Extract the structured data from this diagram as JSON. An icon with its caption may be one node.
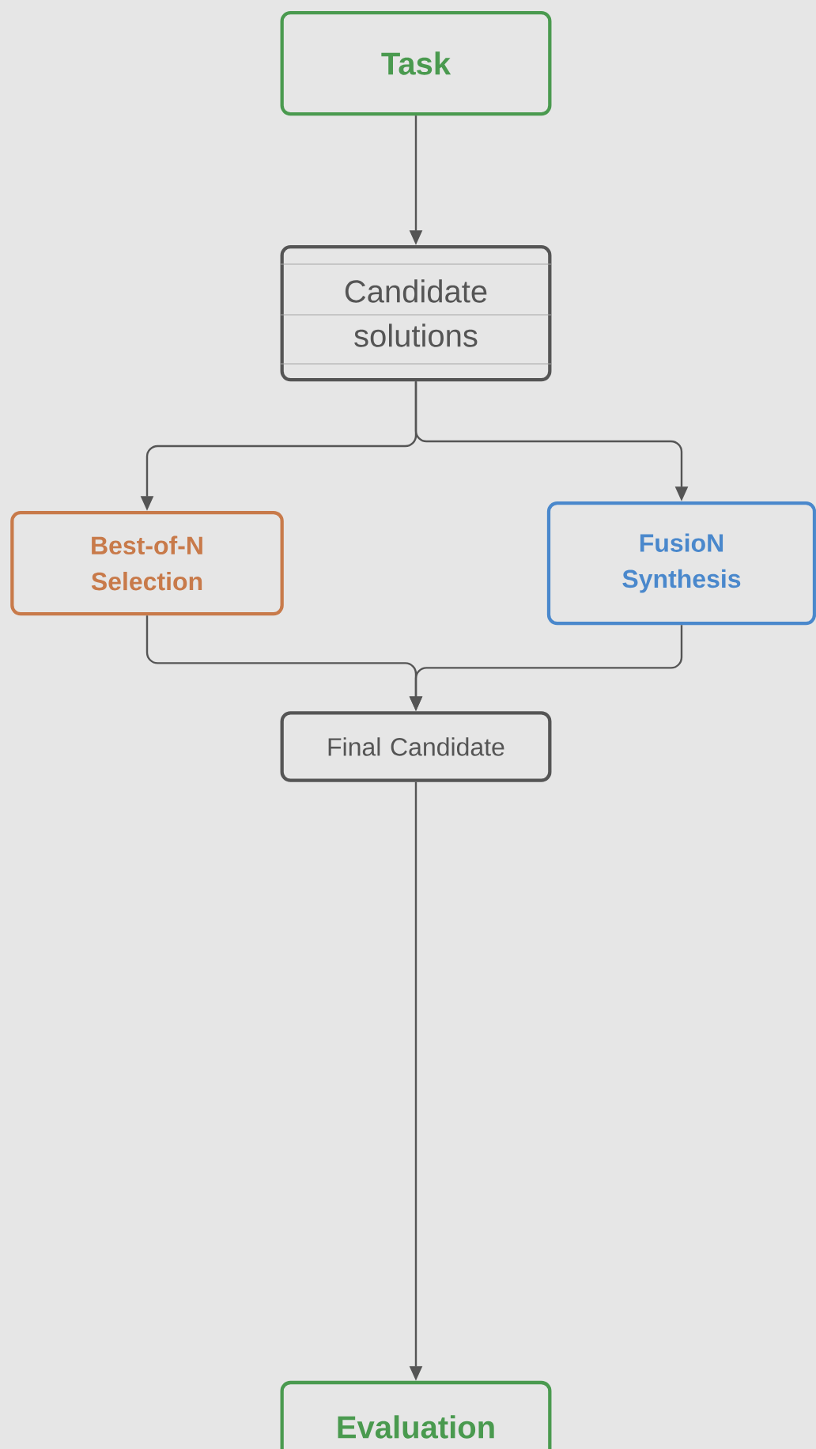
{
  "diagram": {
    "nodes": [
      {
        "text": [
          "Task"
        ]
      },
      {
        "text": [
          "Candidate solutions"
        ]
      },
      {
        "text": [
          "Best-of-N Selection"
        ]
      },
      {
        "text": [
          "FusioN Synthesis"
        ]
      },
      {
        "text": [
          "Final Candidate"
        ]
      },
      {
        "text": [
          "Evaluation"
        ]
      }
    ],
    "edges": [
      {
        "from": 0,
        "to": 1,
        "arrow": "to"
      },
      {
        "from": 1,
        "to": 2,
        "arrow": "to"
      },
      {
        "from": 1,
        "to": 3,
        "arrow": "to"
      },
      {
        "from": 2,
        "to": 4,
        "arrow": "to"
      },
      {
        "from": 3,
        "to": 4,
        "arrow": "to"
      },
      {
        "from": 4,
        "to": 5,
        "arrow": "to"
      }
    ]
  }
}
